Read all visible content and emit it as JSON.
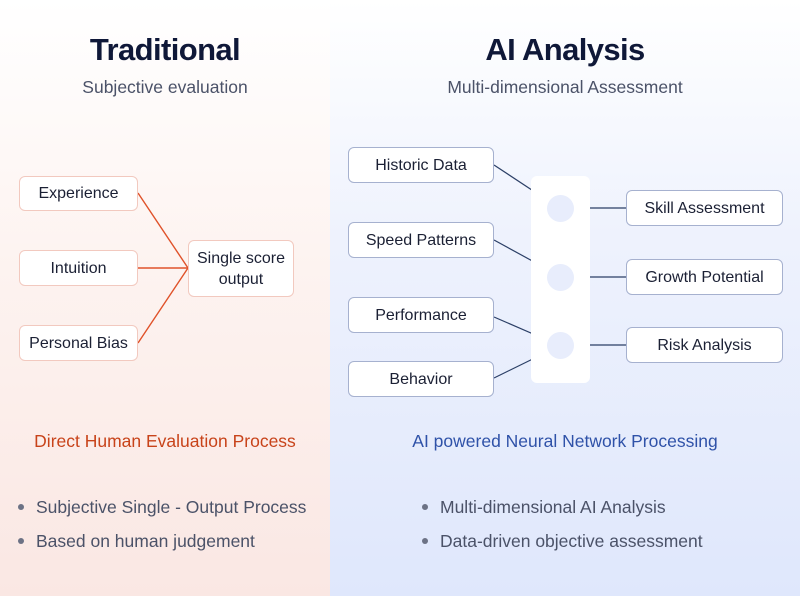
{
  "left": {
    "title": "Traditional",
    "subtitle": "Subjective evaluation",
    "inputs": [
      "Experience",
      "Intuition",
      "Personal Bias"
    ],
    "output": "Single score output",
    "caption": "Direct Human Evaluation Process",
    "bullets": [
      "Subjective Single - Output Process",
      "Based on human judgement"
    ]
  },
  "right": {
    "title": "AI Analysis",
    "subtitle": "Multi-dimensional Assessment",
    "inputs": [
      "Historic Data",
      "Speed Patterns",
      "Performance",
      "Behavior"
    ],
    "outputs": [
      "Skill Assessment",
      "Growth Potential",
      "Risk Analysis"
    ],
    "caption": "AI powered Neural Network Processing",
    "bullets": [
      "Multi-dimensional AI Analysis",
      "Data-driven objective assessment"
    ]
  },
  "colors": {
    "left_accent": "#c8431a",
    "right_accent": "#2f52a8",
    "link_left": "#e0522a",
    "link_right": "#2b3f66"
  }
}
